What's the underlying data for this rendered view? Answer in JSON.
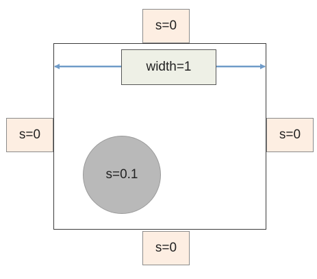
{
  "width_label": "width=1",
  "boundaries": {
    "top": "s=0",
    "left": "s=0",
    "right": "s=0",
    "bottom": "s=0"
  },
  "source": {
    "label": "s=0.1",
    "color": "#b9b9b9"
  },
  "colors": {
    "arrow": "#6f9bc8",
    "boundary_fill": "#fdeee2",
    "width_fill": "#eef0e6"
  }
}
